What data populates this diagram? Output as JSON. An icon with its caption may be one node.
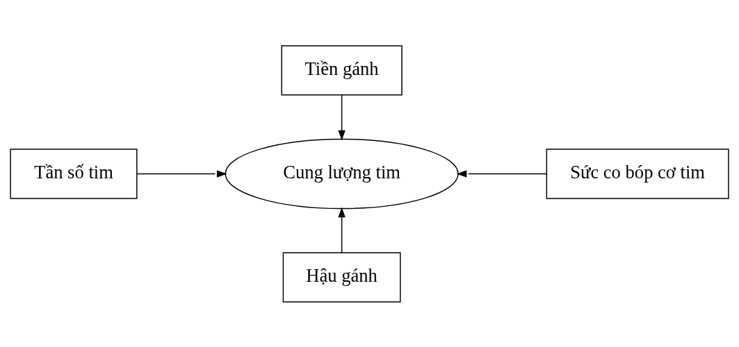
{
  "diagram": {
    "nodes": [
      {
        "text": [
          "Tiền gánh"
        ]
      },
      {
        "text": [
          "Tần số tim"
        ]
      },
      {
        "text": [
          "Cung lượng tim"
        ]
      },
      {
        "text": [
          "Sức co bóp cơ tim"
        ]
      },
      {
        "text": [
          "Hậu gánh"
        ]
      }
    ],
    "edges": [
      {
        "from": 0,
        "to": 2,
        "arrow": "to"
      },
      {
        "from": 1,
        "to": 2,
        "arrow": "to"
      },
      {
        "from": 3,
        "to": 2,
        "arrow": "to"
      },
      {
        "from": 4,
        "to": 2,
        "arrow": "to"
      }
    ]
  }
}
